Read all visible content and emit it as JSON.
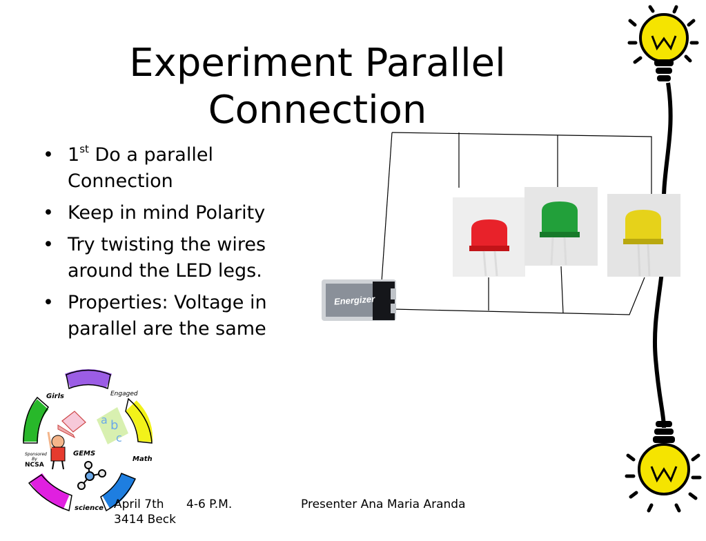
{
  "slide": {
    "title_line1": "Experiment Parallel",
    "title_line2": "Connection",
    "bullets": [
      {
        "pre": "1",
        "sup": "st",
        "text": " Do a parallel Connection"
      },
      {
        "text": "Keep in mind Polarity"
      },
      {
        "text": "Try twisting the wires around the LED legs."
      },
      {
        "text": "Properties: Voltage in parallel are the same"
      }
    ],
    "bullet_glyph": "•"
  },
  "footer": {
    "date": "April 7th",
    "time": "4-6 P.M.",
    "location": "3414 Beck",
    "presenter": "Presenter Ana Maria Aranda"
  },
  "battery": {
    "brand": "Energizer"
  },
  "logo": {
    "center": "GEMS",
    "girls": "Girls",
    "engaged": "Engaged",
    "math": "Math",
    "science": "science",
    "sponsored_by": "Sponsored By",
    "ncsa": "NCSA",
    "formula_a": "a",
    "formula_b": "b",
    "formula_c": "c"
  },
  "colors": {
    "led_red": "#e8222a",
    "led_green": "#22a03a",
    "led_yellow": "#e6d21a",
    "bulb_yellow": "#f5e400",
    "logo_purple": "#9b5de5",
    "logo_yellow": "#f2f21a",
    "logo_blue": "#1e7ee0",
    "logo_magenta": "#e020e0",
    "logo_green": "#28b82a"
  }
}
